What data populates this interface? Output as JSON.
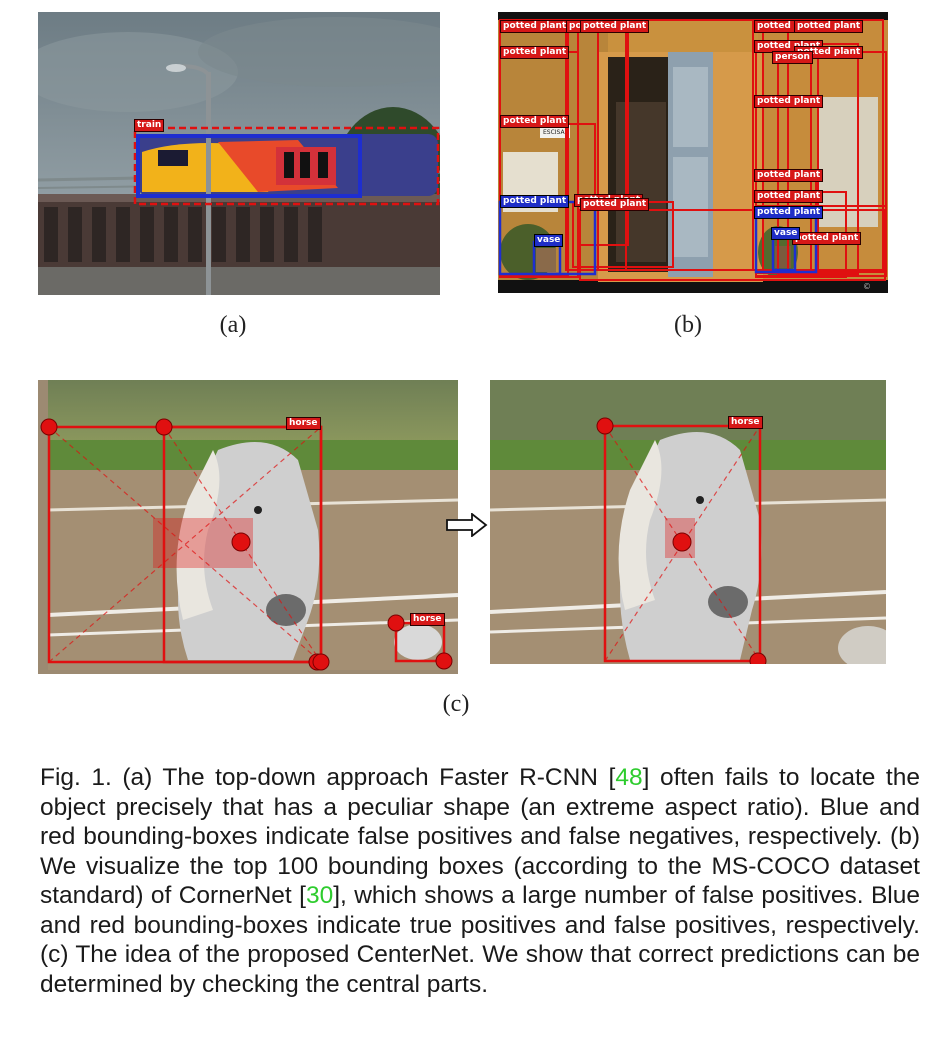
{
  "figure": {
    "sublabels": {
      "a": "(a)",
      "b": "(b)",
      "c": "(c)"
    },
    "panel_a": {
      "labels": [
        "train"
      ]
    },
    "panel_b": {
      "labels": [
        "potted plant",
        "potted plant",
        "potted plant",
        "potted plant",
        "potted plant",
        "potted plant",
        "potted plant",
        "potted plant",
        "potted plant",
        "potted plant",
        "potted plant",
        "potted plant",
        "potted plant",
        "potted plant",
        "potted plant",
        "potted plant",
        "potted plant",
        "vase",
        "vase",
        "person"
      ],
      "sign_text": "ESCISA",
      "watermark": "©"
    },
    "panel_c": {
      "labels": [
        "horse",
        "horse",
        "horse"
      ]
    }
  },
  "caption": {
    "fig": "Fig. 1.",
    "p1": " (a) The top-down approach Faster R-CNN [",
    "ref1": "48",
    "p2": "] often fails to locate the object precisely that has a peculiar shape (an extreme aspect ratio). Blue and red bounding-boxes indicate false positives and false negatives, respectively. (b) We visualize the top 100 bounding boxes (according to the MS-COCO dataset standard) of CornerNet [",
    "ref2": "30",
    "p3": "], which shows a large number of false positives. Blue and red bounding-boxes indicate true positives and false positives, respectively. (c) The idea of the proposed CenterNet. We show that correct predictions can be determined by checking the central parts."
  },
  "colors": {
    "red": "#e01010",
    "blue": "#1e2ed0",
    "ref": "#2ecc2e"
  }
}
